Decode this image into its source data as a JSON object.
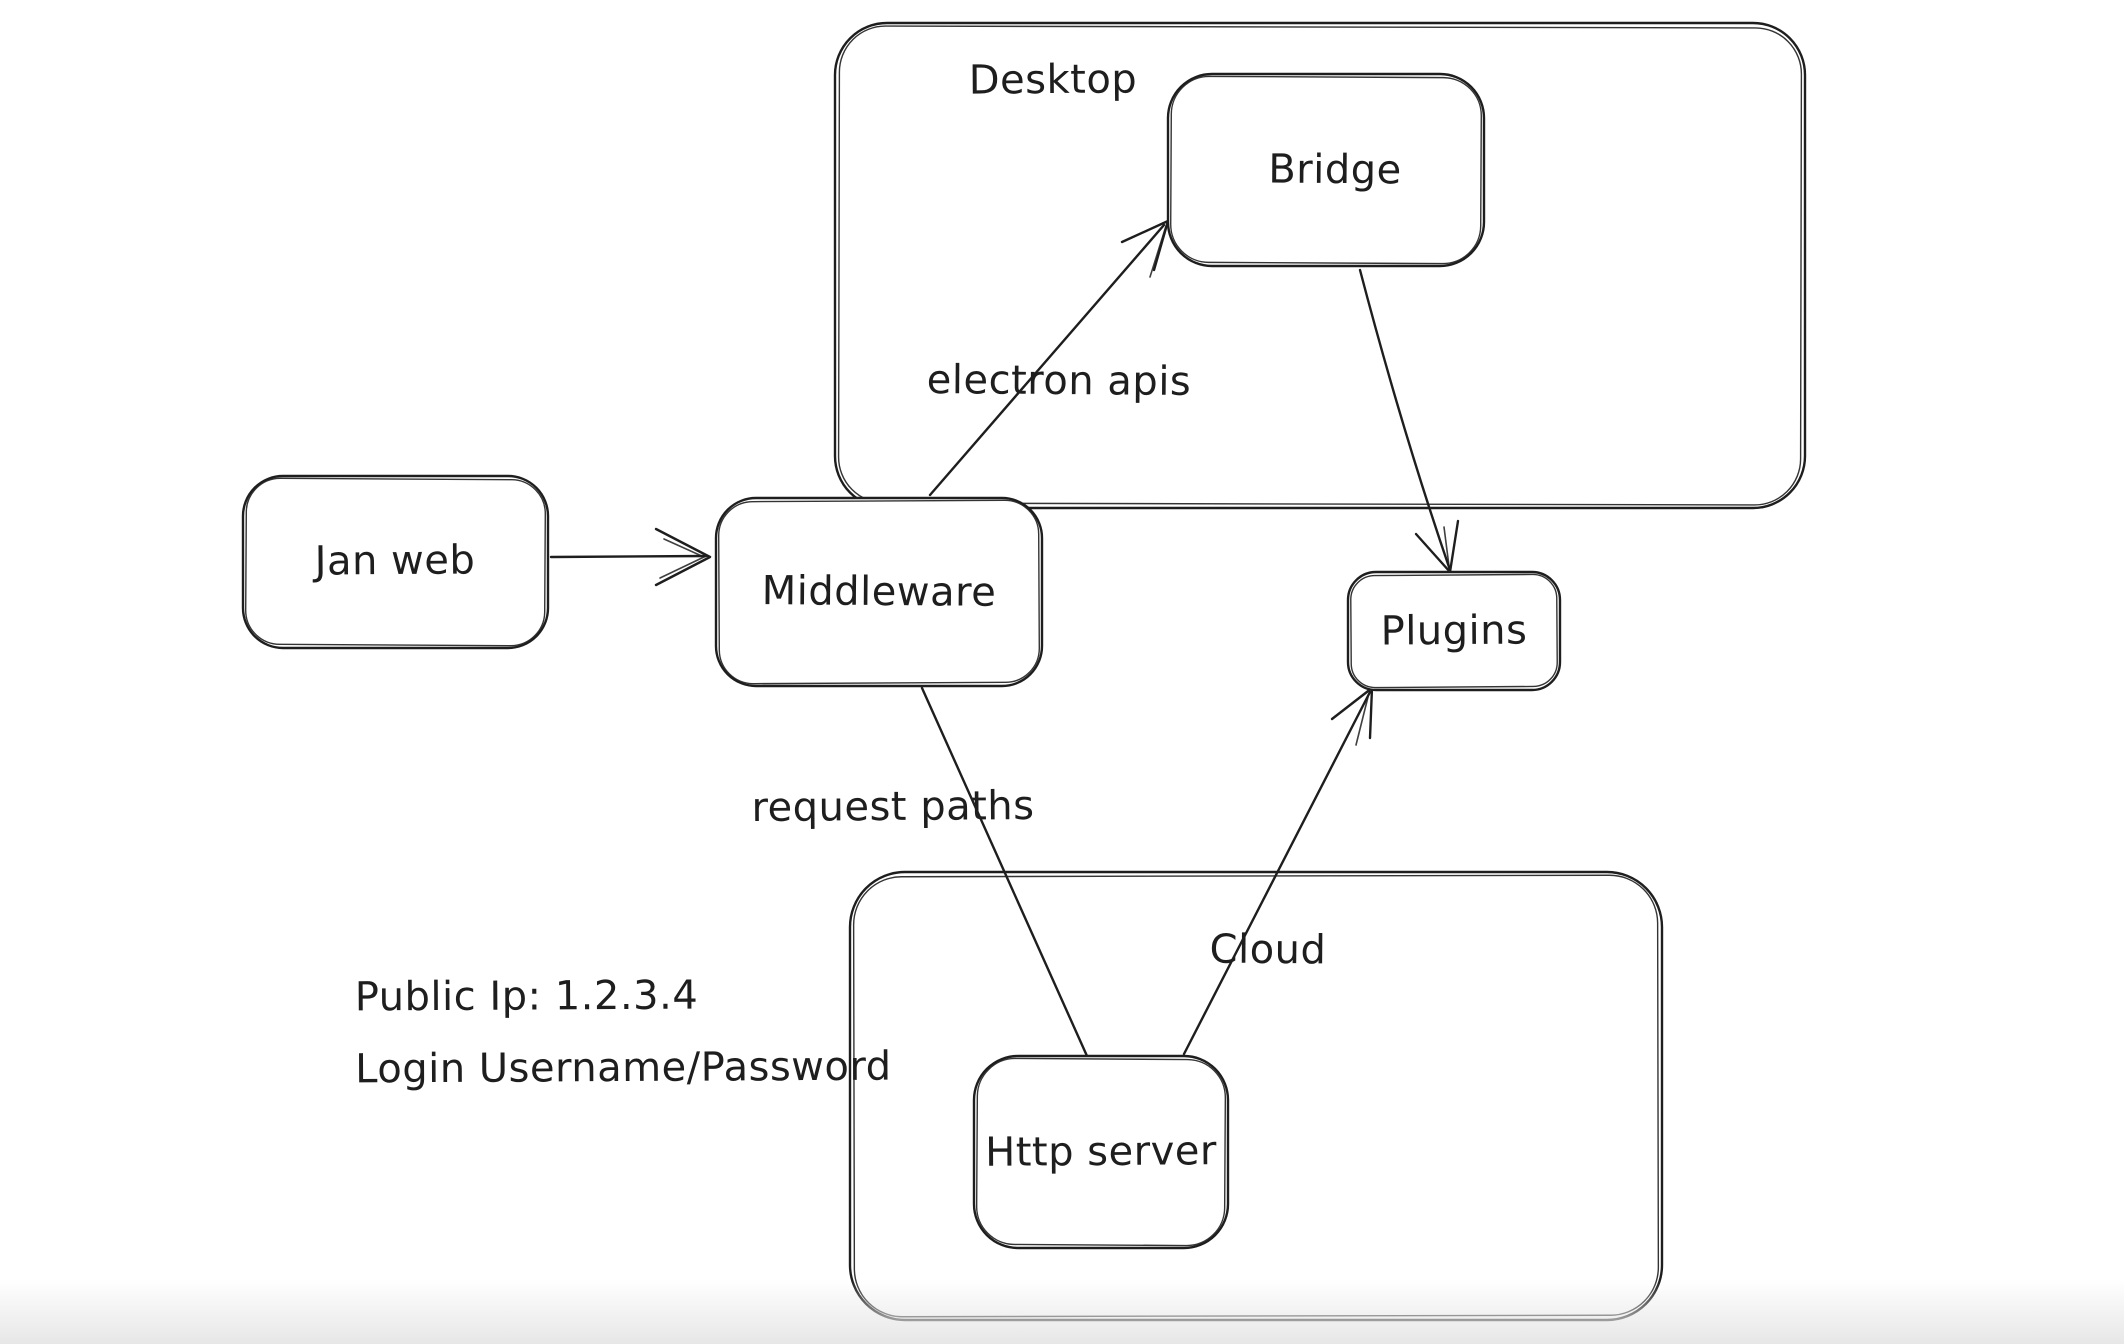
{
  "canvas": {
    "background": "#ffffff",
    "ink_color": "#1e1e1e",
    "bottom_fade_color": "#e7e7e7",
    "style": "hand-drawn whiteboard diagram"
  },
  "nodes": {
    "desktop": {
      "label": "Desktop",
      "kind": "container"
    },
    "bridge": {
      "label": "Bridge",
      "kind": "box",
      "inside": "Desktop"
    },
    "jan_web": {
      "label": "Jan web",
      "kind": "box"
    },
    "middleware": {
      "label": "Middleware",
      "kind": "box"
    },
    "plugins": {
      "label": "Plugins",
      "kind": "box"
    },
    "cloud": {
      "label": "Cloud",
      "kind": "container"
    },
    "http_server": {
      "label": "Http server",
      "kind": "box",
      "inside": "Cloud"
    }
  },
  "edges": [
    {
      "from": "Jan web",
      "to": "Middleware",
      "label": "",
      "arrowhead": true
    },
    {
      "from": "Middleware",
      "to": "Bridge",
      "label": "electron apis",
      "arrowhead": true
    },
    {
      "from": "Bridge",
      "to": "Plugins",
      "label": "",
      "arrowhead": true
    },
    {
      "from": "Middleware",
      "to": "Http server",
      "label": "request paths",
      "arrowhead": false
    },
    {
      "from": "Http server",
      "to": "Plugins",
      "label": "",
      "arrowhead": true
    }
  ],
  "annotations": {
    "public_ip": "Public Ip: 1.2.3.4",
    "login": "Login Username/Password"
  }
}
